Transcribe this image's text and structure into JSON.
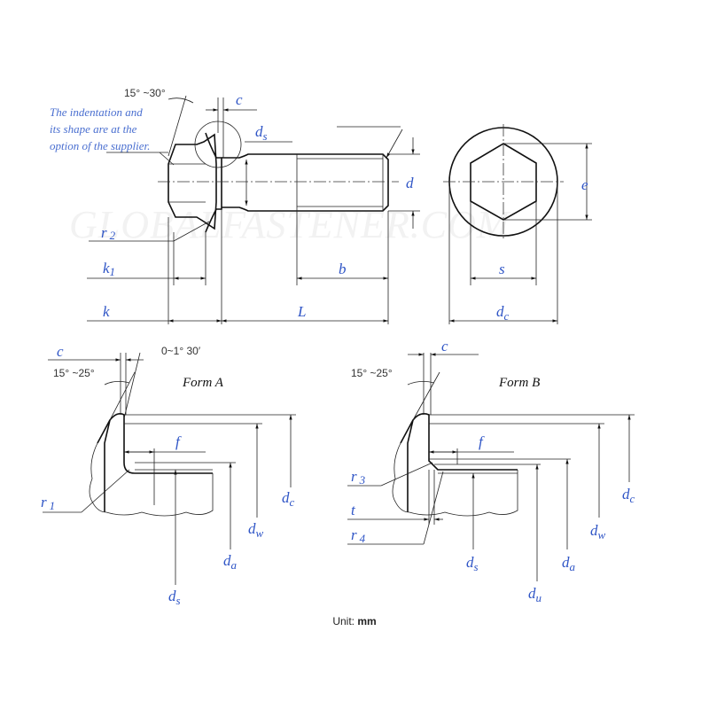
{
  "watermark": "GLOBALFASTENER.COM",
  "note_lines": [
    "The indentation and",
    "its shape are at the",
    "option of the supplier."
  ],
  "angles": {
    "top_head": "15° ~30°",
    "form_a_taper": "0~1° 30′",
    "form_a_head": "15° ~25°",
    "form_b_head": "15° ~25°"
  },
  "forms": {
    "a": "Form A",
    "b": "Form B"
  },
  "labels": {
    "c": "c",
    "ds": "d",
    "ds_sub": "s",
    "d": "d",
    "e": "e",
    "r2": "r",
    "r2_sub": "2",
    "k1": "k",
    "k1_sub": "1",
    "k": "k",
    "b": "b",
    "L": "L",
    "s": "s",
    "dc": "d",
    "dc_sub": "c",
    "r1": "r",
    "r1_sub": "1",
    "f": "f",
    "dw": "d",
    "dw_sub": "w",
    "da": "d",
    "da_sub": "a",
    "r3": "r",
    "r3_sub": "3",
    "t": "t",
    "r4": "r",
    "r4_sub": "4",
    "du": "d",
    "du_sub": "u"
  },
  "unit": {
    "prefix": "Unit:",
    "value": "mm"
  }
}
